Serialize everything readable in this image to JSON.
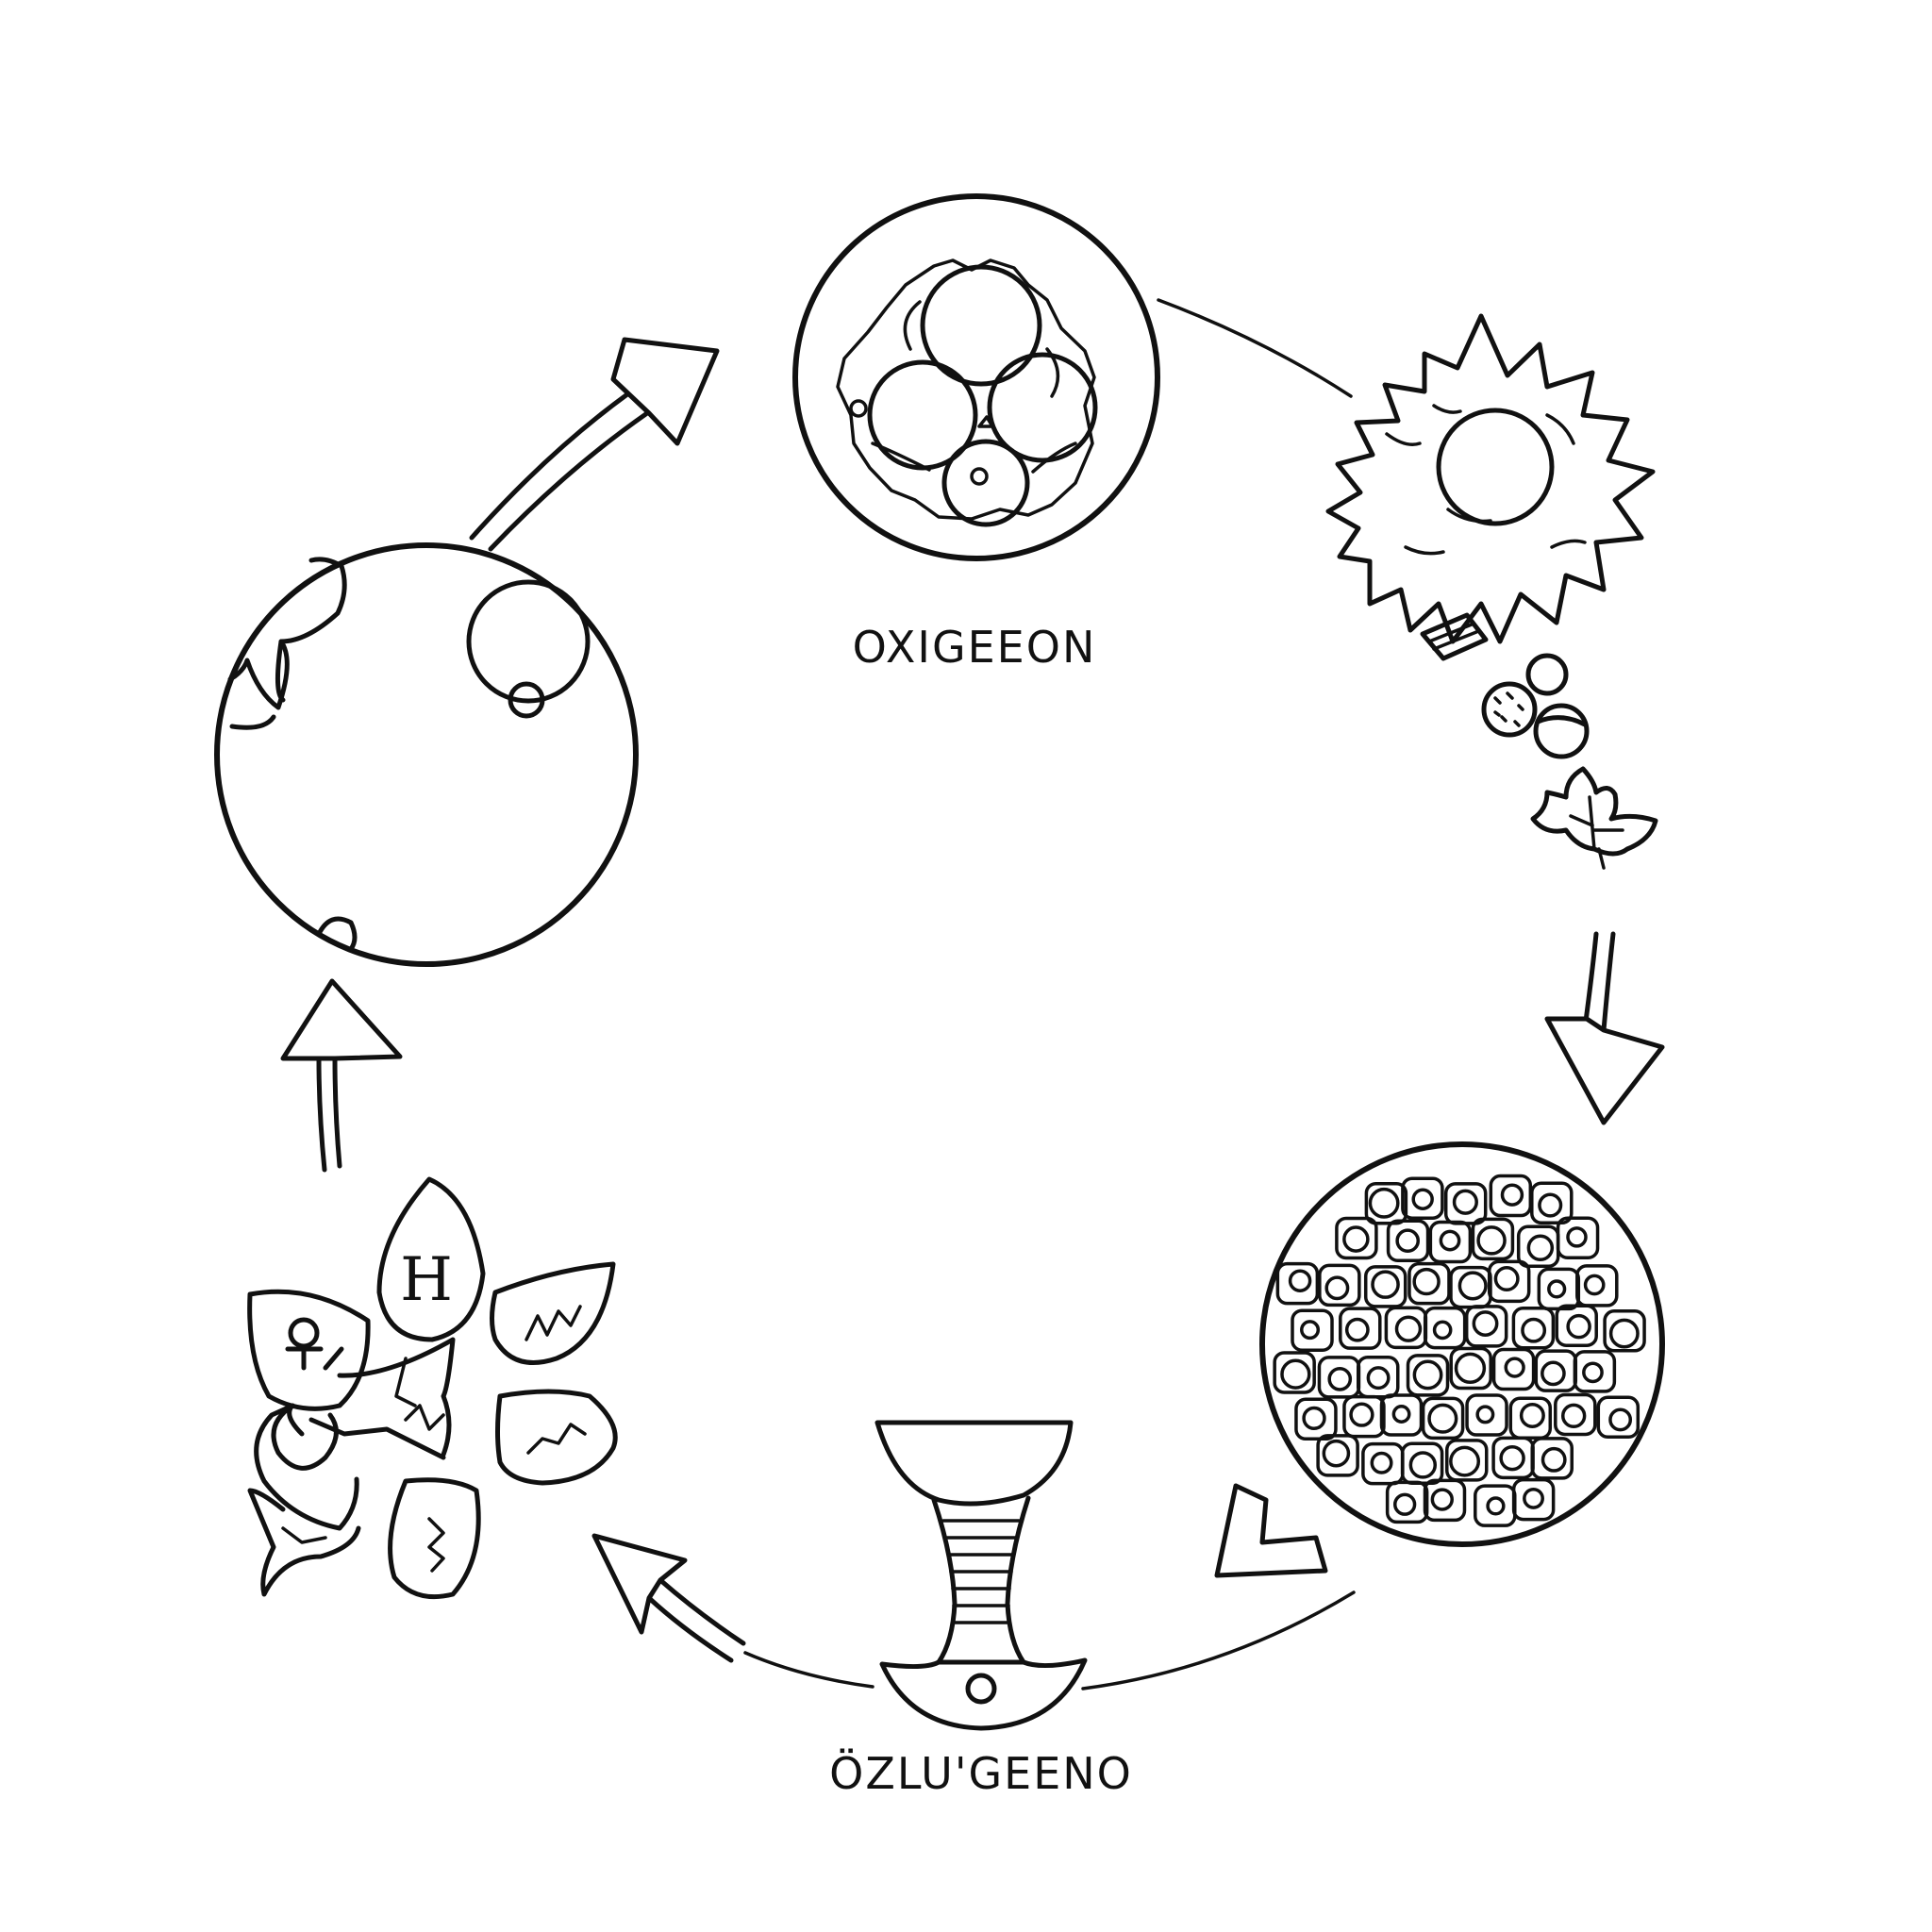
{
  "diagram": {
    "labels": {
      "top": "OXIGEEON",
      "bottom": "ÖZLU'GEENO"
    },
    "petal_glyph": "H"
  }
}
